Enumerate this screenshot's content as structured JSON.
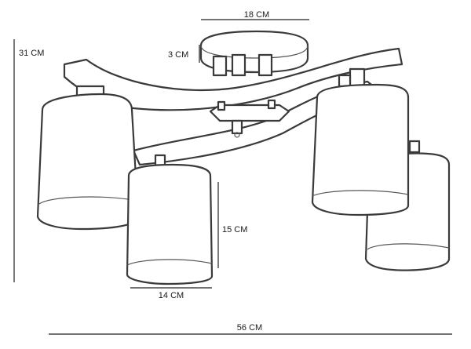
{
  "diagram": {
    "subject": "four-arm ceiling lamp with cylindrical shades",
    "dimensions": {
      "base_width": "18 CM",
      "base_height": "3 CM",
      "total_height": "31 CM",
      "shade_height": "15 CM",
      "shade_width": "14 CM",
      "total_width": "56 CM"
    },
    "colors": {
      "line": "#3a3a3a",
      "dimension": "#222222",
      "background": "#ffffff"
    }
  }
}
